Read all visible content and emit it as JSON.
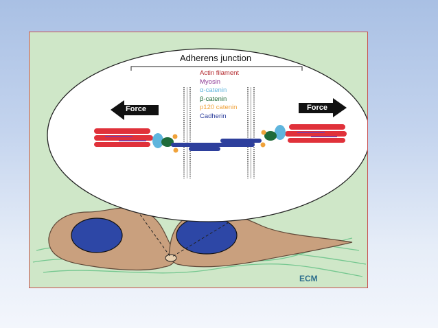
{
  "diagram": {
    "title": "Adherens junction",
    "legend": [
      {
        "label": "Actin filament",
        "color": "#b3292e"
      },
      {
        "label": "Myosin",
        "color": "#8d3a96"
      },
      {
        "label": "α-catenin",
        "color": "#5fb5dd"
      },
      {
        "label": "β-catenin",
        "color": "#1f6b3a"
      },
      {
        "label": "p120 catenin",
        "color": "#f0a23a"
      },
      {
        "label": "Cadherin",
        "color": "#2d3f9c"
      }
    ],
    "force_left": "Force",
    "force_right": "Force",
    "ecm_label": "ECM"
  }
}
